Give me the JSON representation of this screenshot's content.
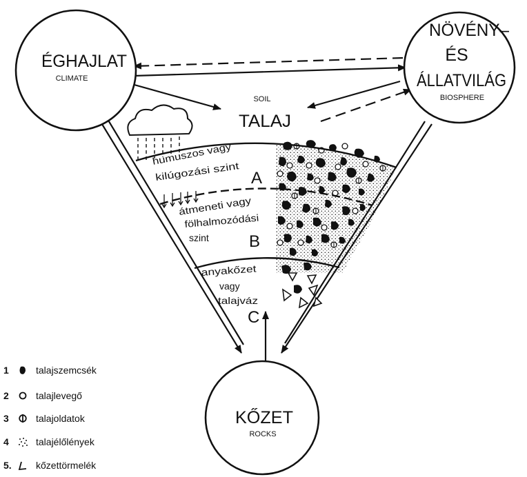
{
  "nodes": {
    "climate": {
      "title": "ÉGHAJLAT",
      "subtitle": "CLIMATE"
    },
    "biosphere": {
      "title_line1": "NÖVÉNY–",
      "title_line2": "ÉS",
      "title_line3": "ÁLLATVILÁG",
      "subtitle": "BIOSPHERE"
    },
    "rocks": {
      "title": "KŐZET",
      "subtitle": "ROCKS"
    }
  },
  "soil": {
    "label_en": "SOIL",
    "label_hu": "TALAJ"
  },
  "horizons": {
    "a": {
      "line1": "humuszos vagy",
      "line2": "kilúgozási szint",
      "letter": "A"
    },
    "b": {
      "line1": "átmeneti vagy",
      "line2": "fölhalmozódási",
      "line3": "szint",
      "letter": "B"
    },
    "c": {
      "line1": "anyakőzet",
      "line2": "vagy",
      "line3": "talajváz",
      "letter": "C"
    }
  },
  "legend": [
    {
      "number": "1",
      "icon": "soil-particle-icon",
      "label": "talajszemcsék"
    },
    {
      "number": "2",
      "icon": "soil-air-icon",
      "label": "talajlevegő"
    },
    {
      "number": "3",
      "icon": "soil-solution-icon",
      "label": "talajoldatok"
    },
    {
      "number": "4",
      "icon": "soil-organism-icon",
      "label": "talajélőlények"
    },
    {
      "number": "5.",
      "icon": "rock-debris-icon",
      "label": "kőzettörmelék"
    }
  ]
}
